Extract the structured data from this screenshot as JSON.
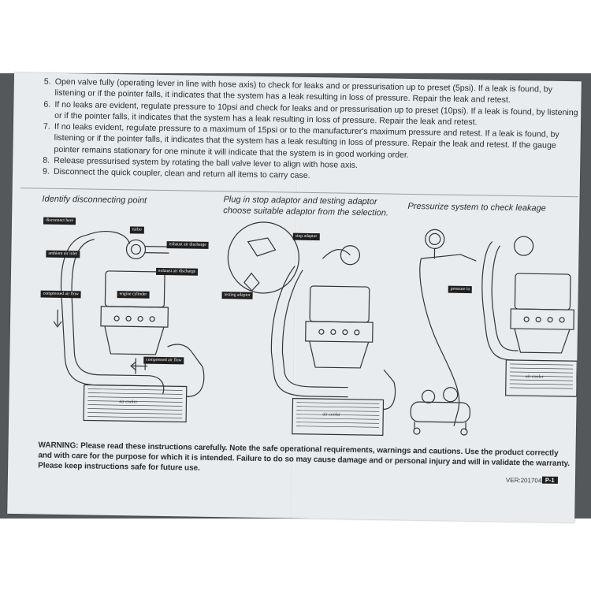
{
  "steps": [
    {
      "num": "5.",
      "text": "Open valve fully (operating lever in line with hose axis) to check for leaks and or pressurisation up to preset (5psi). If a leak is found, by listening or if the pointer falls, it indicates that the system has a leak resulting in loss of pressure. Repair the leak and retest."
    },
    {
      "num": "6.",
      "text": "If no leaks are evident, regulate pressure to 10psi and check for leaks and or pressurisation up to preset (10psi). If a leak is found, by listening or if the pointer falls, it indicates that the system has a leak resulting in loss of pressure. Repair the leak and retest."
    },
    {
      "num": "7.",
      "text": "If no leaks evident, regulate pressure to a maximum of 15psi or to the manufacturer's maximum pressure and retest. If a leak is found, by listening or if the pointer falls, it indicates that the system has a leak resulting in loss of pressure. Repair the leak and retest. If the gauge pointer remains stationary for one minute it will indicate that the system is in good working order."
    },
    {
      "num": "8.",
      "text": "Release pressurised system by rotating the ball valve lever to align with hose axis."
    },
    {
      "num": "9.",
      "text": "Disconnect the quick coupler, clean and return all items to carry case."
    }
  ],
  "panels": {
    "left_title": "Identify disconnecting point",
    "middle_title": "Plug in stop adaptor and testing adaptor\nchoose suitable adaptor from the selection.",
    "right_title": "Pressurize system to check leakage"
  },
  "callouts": {
    "disconnect_here": "disconnect here",
    "turbo": "turbo",
    "exhaust_air_discharge_1": "exhaust air discharge",
    "ambient_air_inlet": "ambient air inlet",
    "exhaust_air_discharge_2": "exhaust air discharge",
    "compressed_air_flow_1": "compressed air flow",
    "engine_cylinder": "engine cylinder",
    "compressed_air_flow_2": "compressed air flow",
    "air_cooler_1": "air cooler",
    "stop_adaptor": "stop adaptor",
    "testing_adaptor": "testing adaptor",
    "air_cooler_2": "air cooler",
    "pressure_in": "pressure in",
    "air_cooler_3": "air cooler"
  },
  "warning": "WARNING: Please read these instructions carefully. Note the safe operational requirements, warnings and cautions. Use the product correctly and with care for the purpose for which it is intended. Failure to do so may cause damage and or personal injury and will in validate the warranty. Please keep instructions safe for future use.",
  "version": "VER:201704",
  "page": "P-1",
  "colors": {
    "background_dark": "#55585a",
    "paper": "#e9ecef",
    "ink": "#2b2d2f",
    "callout_bg": "#1f1f1f"
  }
}
